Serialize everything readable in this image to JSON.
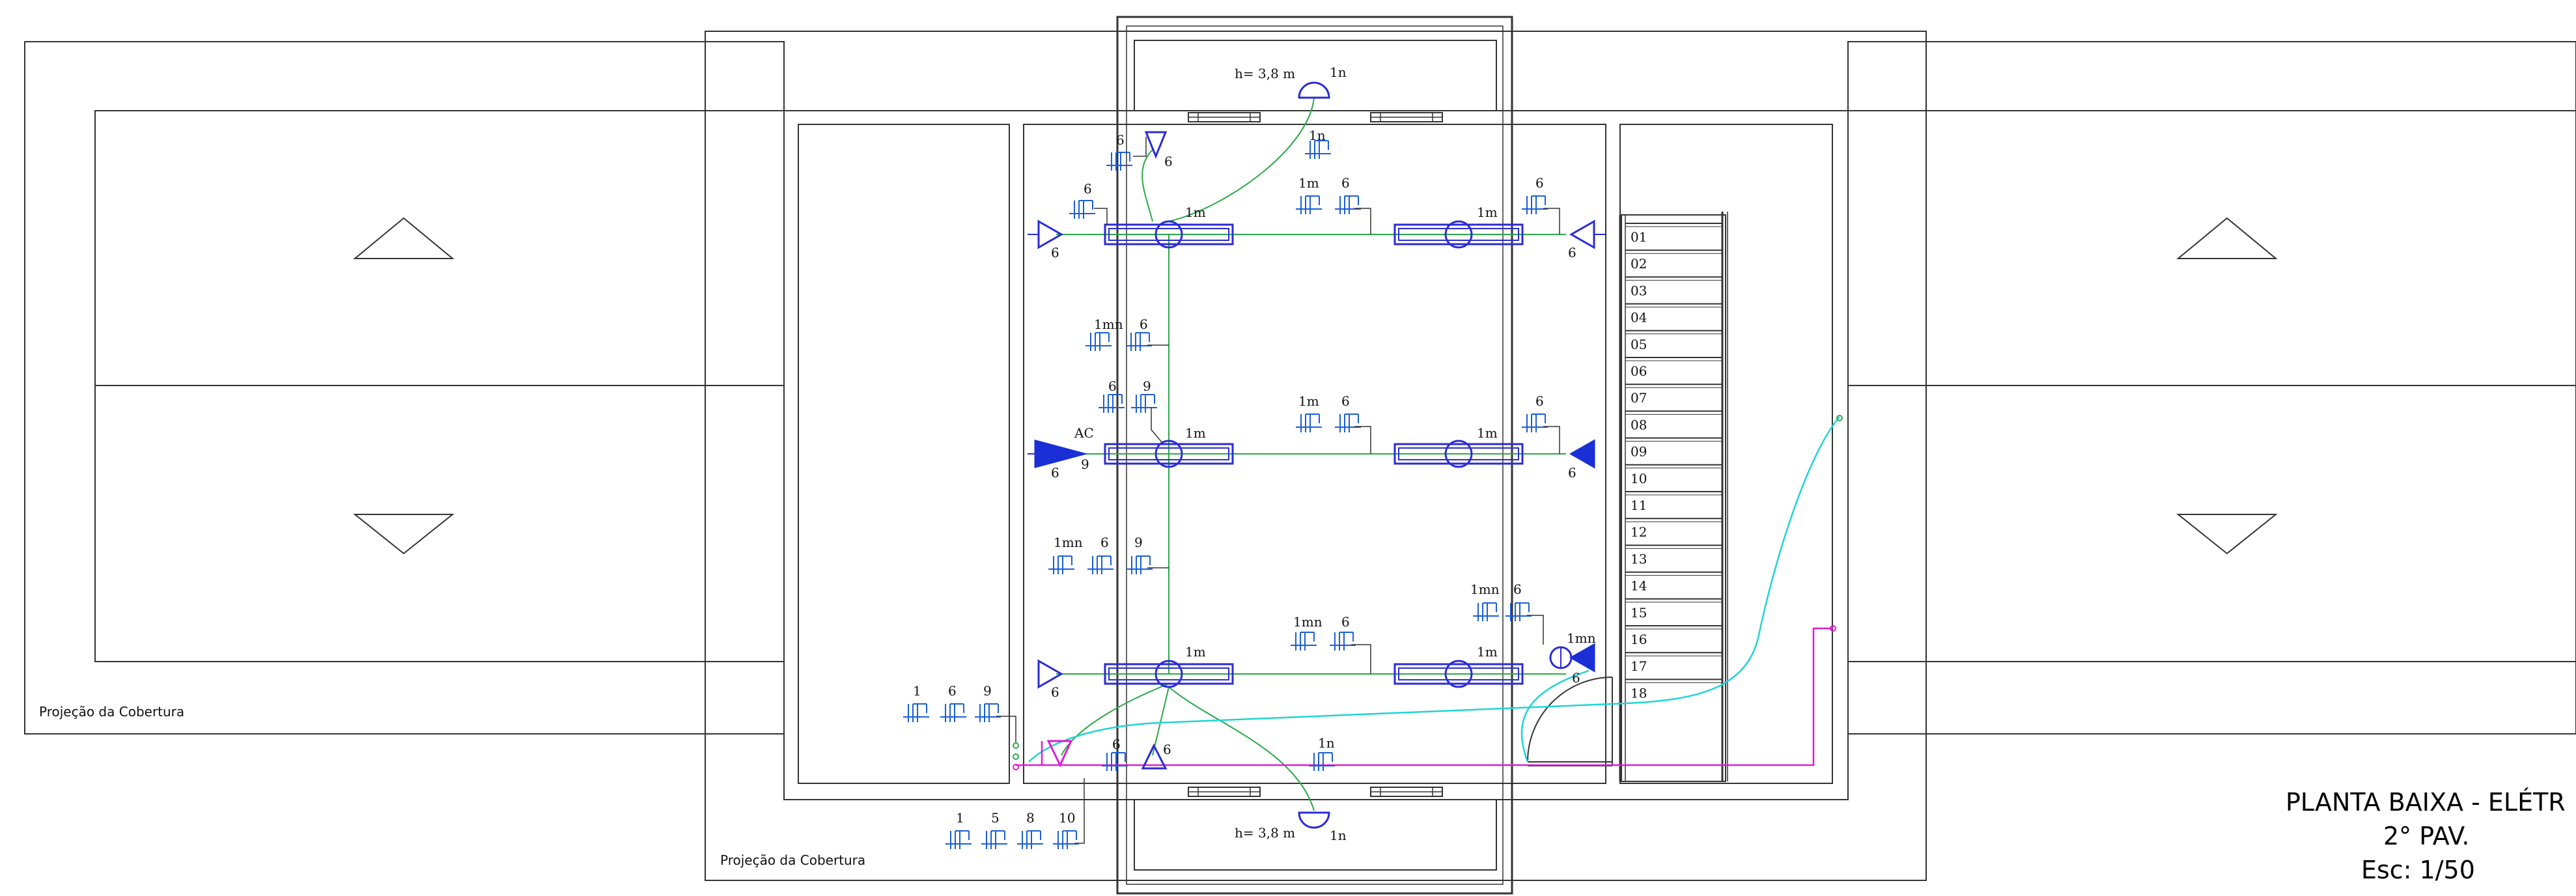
{
  "drawing": {
    "title": "PLANTA BAIXA - ELÉTR",
    "floor": "2° PAV.",
    "scale": "Esc: 1/50"
  },
  "labels": {
    "roof_projection_left": "Projeção da Cobertura",
    "roof_projection_bottom": "Projeção da Cobertura",
    "height_top": "h= 3,8 m",
    "height_bottom": "h= 3,8 m",
    "ac": "AC"
  },
  "stair_steps": [
    "01",
    "02",
    "03",
    "04",
    "05",
    "06",
    "07",
    "08",
    "09",
    "10",
    "11",
    "12",
    "13",
    "14",
    "15",
    "16",
    "17",
    "18"
  ],
  "fixture_labels": {
    "lum_r1_l": "1m",
    "lum_r1_r": "1m",
    "lum_r2_l": "1m",
    "lum_r2_r": "1m",
    "lum_r3_l": "1m",
    "lum_r3_r": "1m",
    "top_lamp": "1n",
    "bottom_lamp": "1n"
  },
  "circuit_tags": {
    "t_top_6a": "6",
    "t_top_6b": "6",
    "t_1n_top": "1n",
    "t_1m_a": "1m",
    "t_6_a": "6",
    "t_6_b": "6",
    "t_left6_r1": "6",
    "t_right6_r1": "6",
    "t_1mn_a": "1mn",
    "t_6_c": "6",
    "t_6_d": "6",
    "t_9_d": "9",
    "t_1m_b": "1m",
    "t_6_e": "6",
    "t_6_f": "6",
    "t_left6_r2": "6",
    "t_left9_r2": "9",
    "t_right6_r2": "6",
    "t_1mn_b": "1mn",
    "t_6_g": "6",
    "t_9_g": "9",
    "t_1mn_c": "1mn",
    "t_6_h": "6",
    "t_1mn_d": "1mn",
    "t_6_i": "6",
    "t_1mn_e": "1mn",
    "t_6_j": "6",
    "t_left6_r3": "6",
    "t_1_k": "1",
    "t_6_k": "6",
    "t_9_k": "9",
    "t_6_l": "6",
    "t_6_m": "6",
    "t_1n_bottom": "1n",
    "t_1_n": "1",
    "t_5_n": "5",
    "t_8_n": "8",
    "t_10_n": "10"
  }
}
